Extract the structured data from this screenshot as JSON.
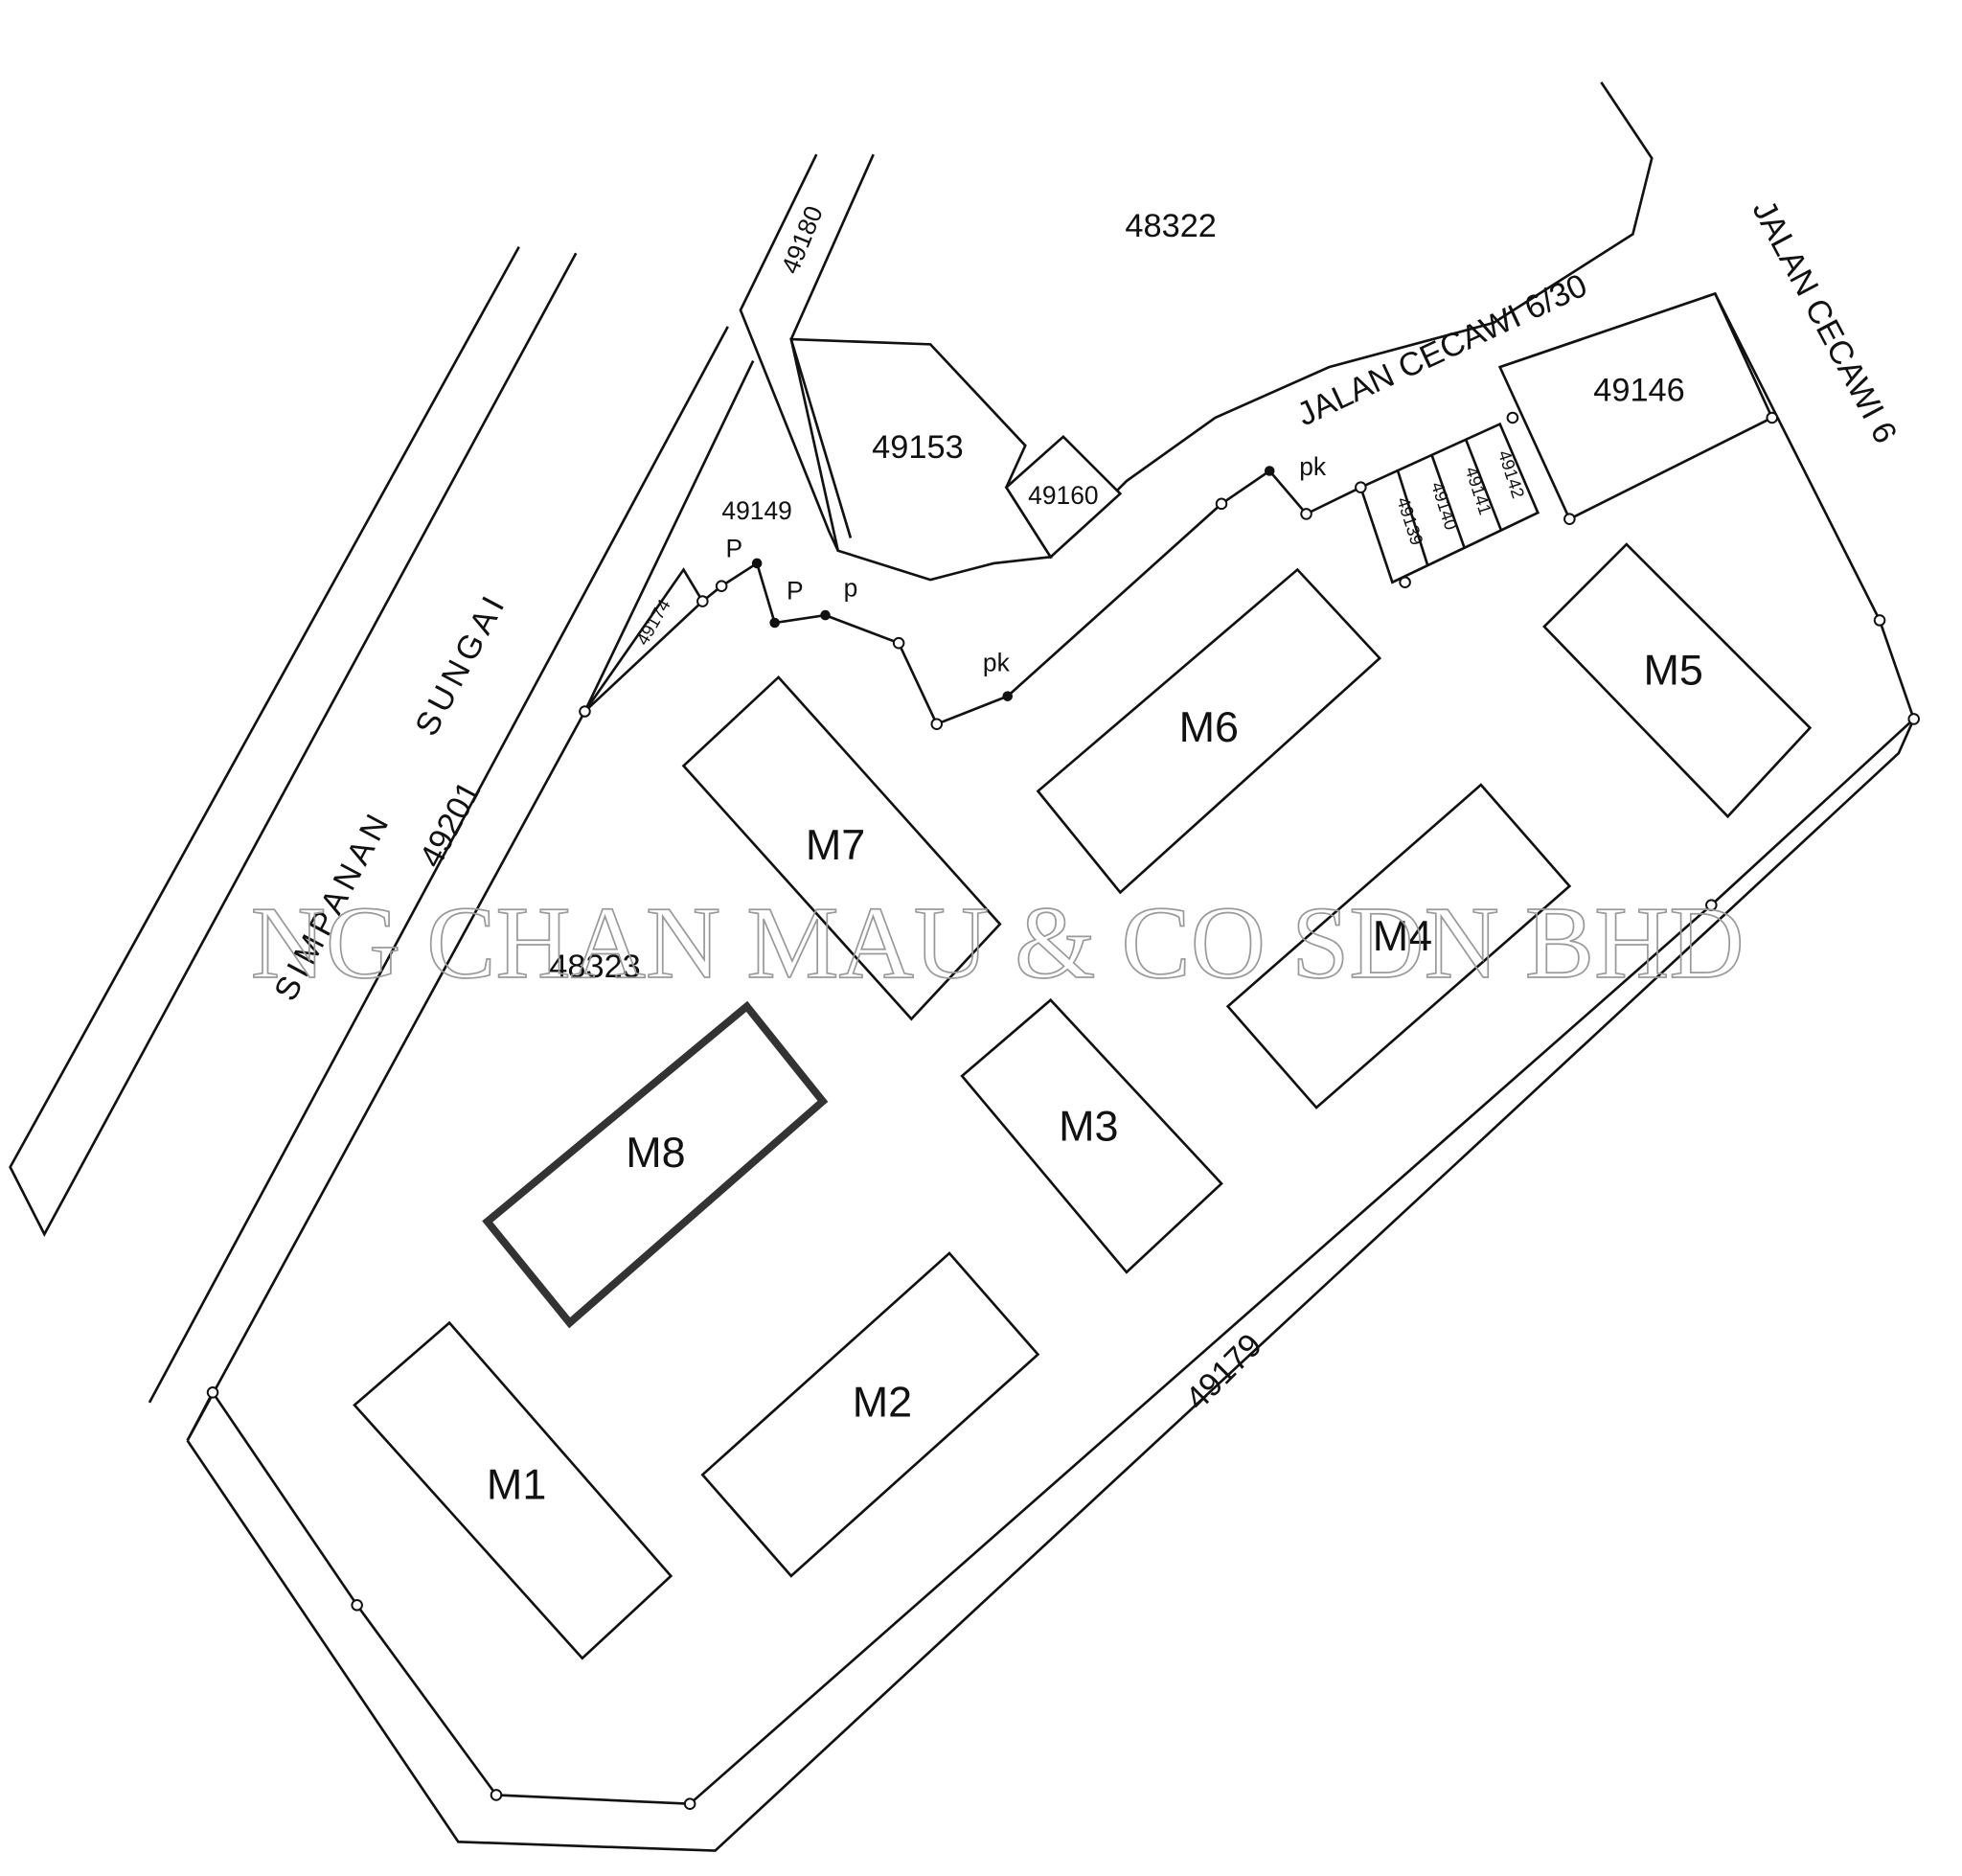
{
  "watermark": "NG CHAN MAU & CO SDN BHD",
  "roads": {
    "jalan_6_30": "JALAN CECAWI 6/30",
    "jalan_6": "JALAN CECAWI 6",
    "river_reserve": "SIMPANAN SUNGAI"
  },
  "lots": {
    "l48322": "48322",
    "l48323": "48323",
    "l49153": "49153",
    "l49160": "49160",
    "l49149": "49149",
    "l49174": "49174",
    "l49180": "49180",
    "l49201": "49201",
    "l49179": "49179",
    "l49146": "49146",
    "l49139": "49139",
    "l49140": "49140",
    "l49141": "49141",
    "l49142": "49142"
  },
  "buildings": {
    "m1": "M1",
    "m2": "M2",
    "m3": "M3",
    "m4": "M4",
    "m5": "M5",
    "m6": "M6",
    "m7": "M7",
    "m8": "M8"
  },
  "markers": {
    "p": "P",
    "p_lower": "p",
    "pk": "pk"
  },
  "highlighted_building": "M8"
}
